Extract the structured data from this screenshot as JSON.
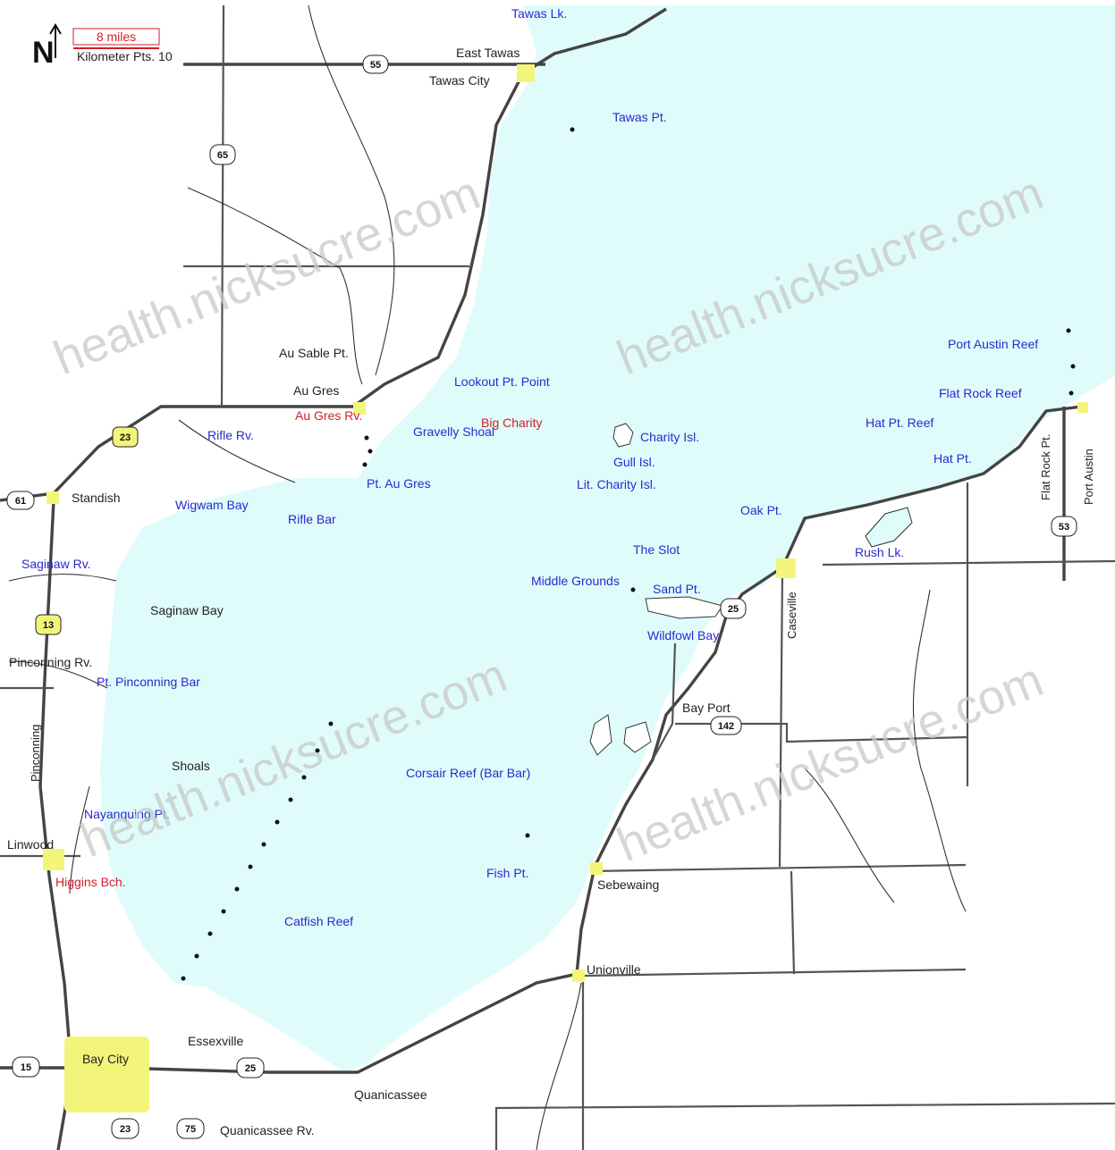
{
  "scale_bar": {
    "label": "8 miles",
    "note": "Kilometer Pts. 10"
  },
  "north_arrow": "N",
  "watermark": "health.nicksucre.com",
  "colors": {
    "water": "#dffcfb",
    "land": "#ffffff",
    "town": "#f3f57a",
    "road": "#555555"
  },
  "places_black": {
    "east_tawas": "East Tawas",
    "tawas_city": "Tawas City",
    "au_sable_pt": "Au Sable Pt.",
    "au_gres": "Au Gres",
    "standish": "Standish",
    "saginaw_bay": "Saginaw Bay",
    "pinconning_rv": "Pinconning Rv.",
    "linwood": "Linwood",
    "bay_city": "Bay City",
    "essexville": "Essexville",
    "quanicassee": "Quanicassee",
    "quanicassee_rv": "Quanicassee Rv.",
    "sebewaing": "Sebewaing",
    "unionville": "Unionville",
    "bay_port": "Bay Port",
    "caseville": "Caseville",
    "port_austin": "Port Austin",
    "pinconning": "Pinconning",
    "shoals": "Shoals"
  },
  "places_blue": {
    "tawas_pt": "Tawas Pt.",
    "tawas_lk": "Tawas Lk.",
    "point_lookout": "Lookout Pt. Point",
    "gravelly_shoal": "Gravelly Shoal",
    "charity_isl": "Charity Isl.",
    "gull_isl": "Gull Isl.",
    "lit_charity_isl": "Lit. Charity Isl.",
    "pt_au_gres": "Pt. Au Gres",
    "rifle_rv": "Rifle Rv.",
    "wigwam_bay": "Wigwam Bay",
    "rifle_bar": "Rifle Bar",
    "saginaw_rv": "Saginaw Rv.",
    "pt_pinconning_bar": "Pt. Pinconning Bar",
    "nayanquing_pt": "Nayanquing Pt.",
    "middle_grounds": "Middle Grounds",
    "the_slot": "The Slot",
    "sand_pt": "Sand Pt.",
    "wildfowl_bay": "Wildfowl Bay",
    "oak_pt": "Oak Pt.",
    "flat_rock_reef": "Flat Rock Reef",
    "port_austin_reef": "Port Austin Reef",
    "hat_pt": "Hat Pt.",
    "hat_pt_reef": "Hat Pt. Reef",
    "fish_pt": "Fish Pt.",
    "catfish_reef": "Catfish Reef",
    "corsair_reef": "Corsair Reef (Bar Bar)",
    "rush_lk": "Rush Lk.",
    "flat_rock_pt": "Flat Rock Pt."
  },
  "places_red": {
    "au_gres_rv": "Au Gres Rv.",
    "big_charity": "Big Charity",
    "higgins_bch": "Higgins Bch."
  },
  "shields": {
    "s55": "55",
    "s65": "65",
    "s23a": "23",
    "s23b": "23",
    "s61": "61",
    "s13": "13",
    "s25a": "25",
    "s25b": "25",
    "s142": "142",
    "s53": "53",
    "s15": "15",
    "s75": "75"
  }
}
